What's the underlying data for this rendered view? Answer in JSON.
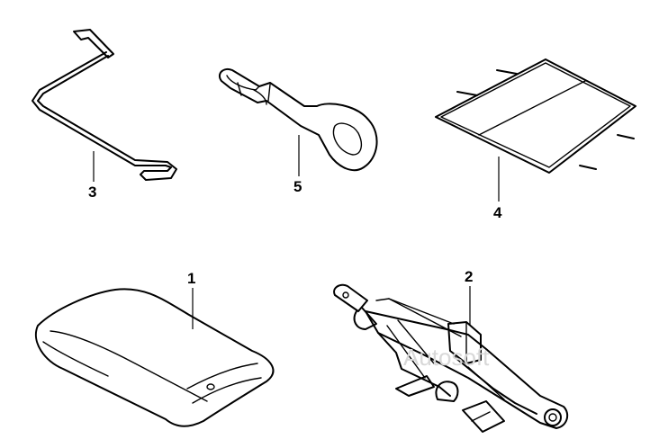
{
  "callouts": {
    "part_1": "1",
    "part_2": "2",
    "part_3": "3",
    "part_4": "4",
    "part_5": "5"
  },
  "watermark": "Autosoft",
  "icons": [
    "wheel-brace-icon",
    "tow-eye-icon",
    "tool-pouch-icon",
    "scissor-jack-icon",
    "bag-icon"
  ]
}
